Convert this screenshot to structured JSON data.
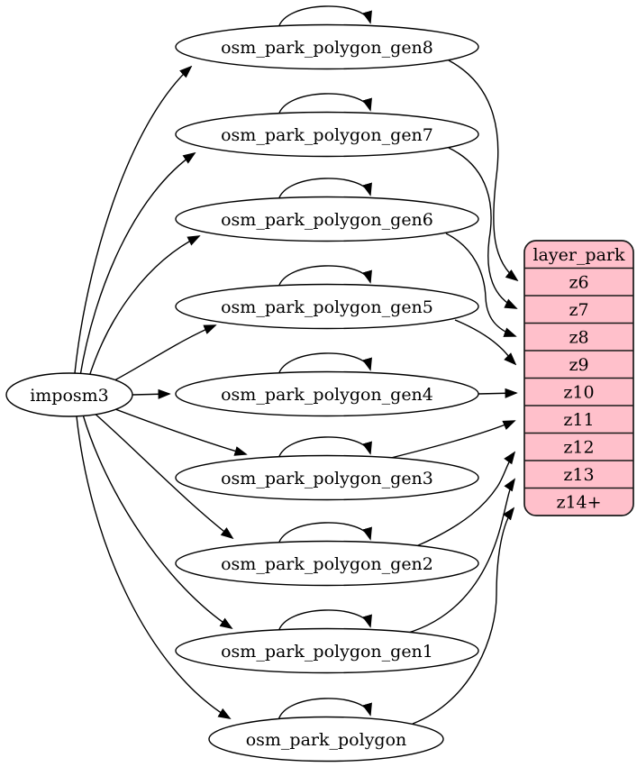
{
  "diagram": {
    "type": "dependency-graph",
    "source": {
      "label": "imposm3"
    },
    "tables": [
      {
        "label": "osm_park_polygon_gen8",
        "maps_to": "z6",
        "has_self_loop": true
      },
      {
        "label": "osm_park_polygon_gen7",
        "maps_to": "z7",
        "has_self_loop": true
      },
      {
        "label": "osm_park_polygon_gen6",
        "maps_to": "z8",
        "has_self_loop": true
      },
      {
        "label": "osm_park_polygon_gen5",
        "maps_to": "z9",
        "has_self_loop": true
      },
      {
        "label": "osm_park_polygon_gen4",
        "maps_to": "z10",
        "has_self_loop": true
      },
      {
        "label": "osm_park_polygon_gen3",
        "maps_to": "z11",
        "has_self_loop": true
      },
      {
        "label": "osm_park_polygon_gen2",
        "maps_to": "z12",
        "has_self_loop": true
      },
      {
        "label": "osm_park_polygon_gen1",
        "maps_to": "z13",
        "has_self_loop": true
      },
      {
        "label": "osm_park_polygon",
        "maps_to": "z14+",
        "has_self_loop": true
      }
    ],
    "layer": {
      "title": "layer_park",
      "rows": [
        "z6",
        "z7",
        "z8",
        "z9",
        "z10",
        "z11",
        "z12",
        "z13",
        "z14+"
      ]
    },
    "colors": {
      "layer_fill": "#ffc0cb",
      "node_fill": "#ffffff",
      "stroke": "#000000"
    }
  }
}
